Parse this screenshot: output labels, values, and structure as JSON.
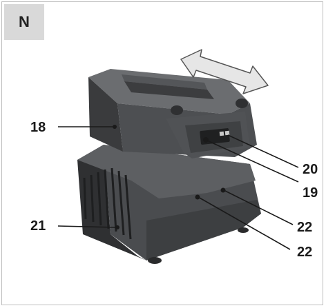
{
  "figure": {
    "label": "N"
  },
  "callouts": {
    "c18": "18",
    "c19": "19",
    "c20": "20",
    "c21": "21",
    "c22a": "22",
    "c22b": "22"
  },
  "colors": {
    "frame": "#bdbdbd",
    "tab": "#d9d9d9",
    "device_dark": "#3f4042",
    "device_mid": "#55575a",
    "device_light": "#6d6f72",
    "arrow": "#e6e6e6"
  },
  "icons": {
    "slide_arrow": "double-arrow-icon"
  }
}
